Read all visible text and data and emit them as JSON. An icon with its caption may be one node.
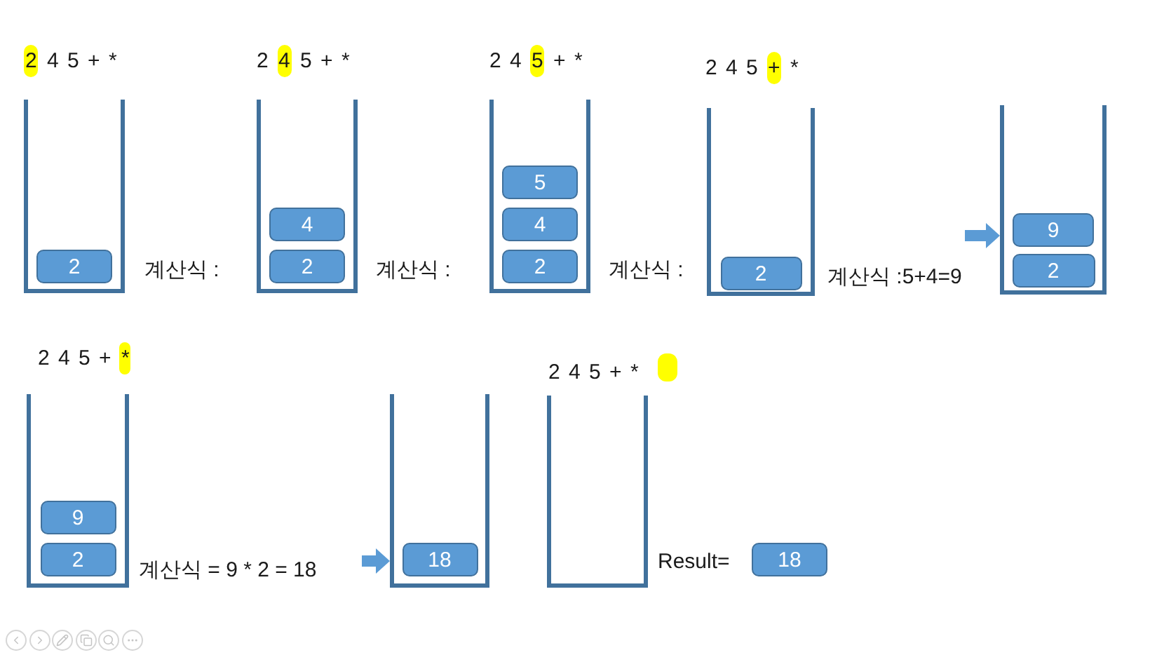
{
  "diagram": {
    "nodes": [
      {
        "text": [],
        "shape": "container",
        "beside": [
          "2 4 5 + *"
        ]
      },
      {
        "text": [
          "2"
        ],
        "in": 0
      },
      {
        "text": [],
        "shape": "container",
        "beside": [
          "2 4 5 + *"
        ]
      },
      {
        "text": [
          "4"
        ],
        "in": 2
      },
      {
        "text": [
          "2"
        ],
        "in": 2
      },
      {
        "text": [],
        "shape": "container",
        "beside": [
          "2 4 5 + *"
        ]
      },
      {
        "text": [
          "5"
        ],
        "in": 5
      },
      {
        "text": [
          "4"
        ],
        "in": 5
      },
      {
        "text": [
          "2"
        ],
        "in": 5
      },
      {
        "text": [],
        "shape": "container",
        "beside": [
          "2 4 5 + *"
        ]
      },
      {
        "text": [
          "2"
        ],
        "in": 9
      },
      {
        "text": [],
        "shape": "container"
      },
      {
        "text": [
          "9"
        ],
        "in": 11
      },
      {
        "text": [
          "2"
        ],
        "in": 11
      },
      {
        "text": [],
        "shape": "container",
        "beside": [
          "2 4 5 + *"
        ]
      },
      {
        "text": [
          "9"
        ],
        "in": 14
      },
      {
        "text": [
          "2"
        ],
        "in": 14
      },
      {
        "text": [],
        "shape": "container"
      },
      {
        "text": [
          "18"
        ],
        "in": 17
      },
      {
        "text": [],
        "shape": "container",
        "beside": [
          "2 4 5 + *"
        ]
      },
      {
        "text": [
          "18"
        ]
      }
    ],
    "edges": [
      {
        "from": null,
        "to": 11,
        "arrow": "to"
      },
      {
        "from": null,
        "to": 17,
        "arrow": "to"
      }
    ],
    "labels": [
      "계산식 :",
      "계산식 :",
      "계산식 :",
      "계산식 :5+4=9",
      "계산식 = 9 * 2 = 18",
      "Result="
    ]
  }
}
